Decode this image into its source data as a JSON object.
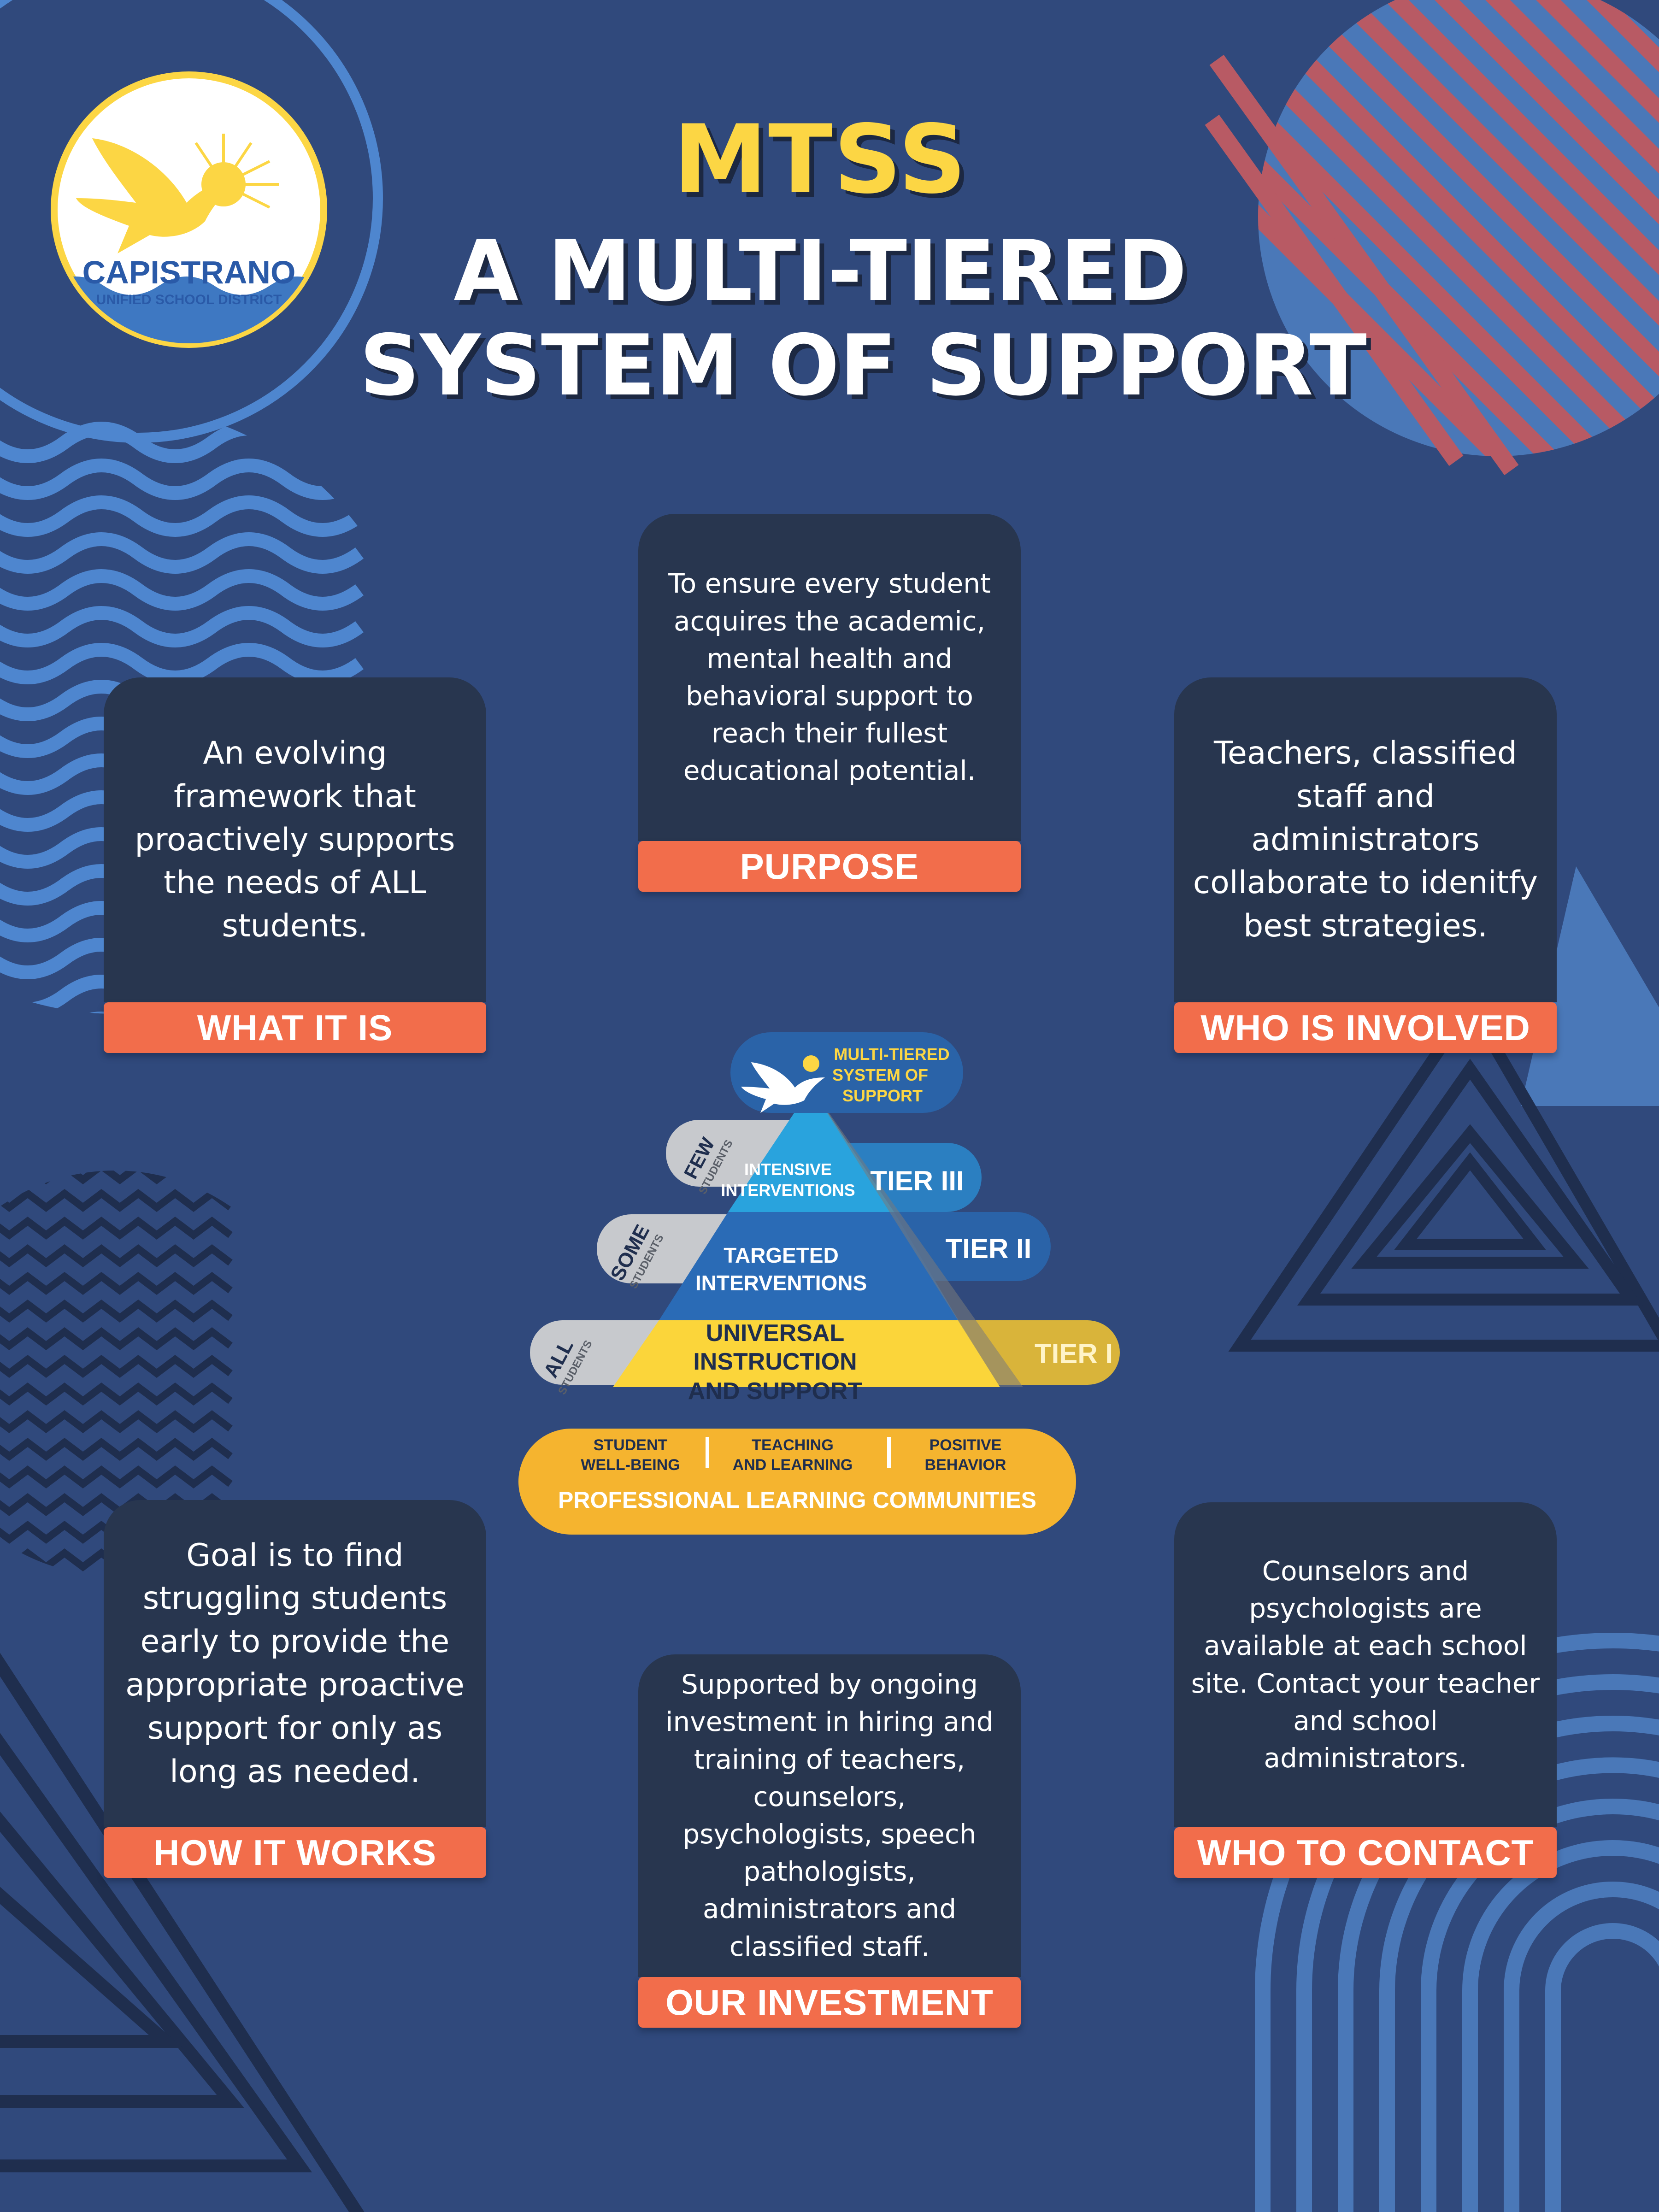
{
  "logo": {
    "name": "CAPISTRANO",
    "subtitle": "UNIFIED SCHOOL DISTRICT"
  },
  "title": {
    "acronym": "MTSS",
    "line1": "A MULTI-TIERED",
    "line2": "SYSTEM OF SUPPORT"
  },
  "cards": {
    "purpose": {
      "text": "To ensure every student acquires the academic, mental health and behavioral support to reach their fullest educational potential.",
      "label": "PURPOSE"
    },
    "what_it_is": {
      "text": "An evolving framework that proactively supports the needs of ALL students.",
      "label": "WHAT IT IS"
    },
    "who_is_involved": {
      "text": "Teachers, classified staff and administrators collaborate to idenitfy best strategies.",
      "label": "WHO IS INVOLVED"
    },
    "how_it_works": {
      "text": "Goal is to find struggling students early to provide the appropriate proactive support for only as long as needed.",
      "label": "HOW IT WORKS"
    },
    "who_to_contact": {
      "text": "Counselors and psychologists are available at each school site. Contact your teacher and school administrators.",
      "label": "WHO TO CONTACT"
    },
    "our_investment": {
      "text": "Supported by ongoing investment in hiring and training of teachers, counselors, psychologists, speech pathologists, administrators and classified staff.",
      "label": "OUR INVESTMENT"
    }
  },
  "pyramid": {
    "top": [
      "MULTI-TIERED",
      "SYSTEM OF",
      "SUPPORT"
    ],
    "tier3": {
      "label": "TIER III",
      "body": [
        "INTENSIVE",
        "INTERVENTIONS"
      ],
      "side_main": "FEW",
      "side_sub": "STUDENTS"
    },
    "tier2": {
      "label": "TIER II",
      "body": [
        "TARGETED",
        "INTERVENTIONS"
      ],
      "side_main": "SOME",
      "side_sub": "STUDENTS"
    },
    "tier1": {
      "label": "TIER I",
      "body": [
        "UNIVERSAL",
        "INSTRUCTION",
        "AND SUPPORT"
      ],
      "side_main": "ALL",
      "side_sub": "STUDENTS"
    },
    "foundation": {
      "pillars": [
        [
          "STUDENT",
          "WELL-BEING"
        ],
        [
          "TEACHING",
          "AND LEARNING"
        ],
        [
          "POSITIVE",
          "BEHAVIOR"
        ]
      ],
      "label": "PROFESSIONAL LEARNING COMMUNITIES"
    }
  },
  "colors": {
    "background": "#30497c",
    "card": "#28364f",
    "label": "#f26d4b",
    "title_yellow": "#fcd644",
    "accent_red": "#b85a64",
    "accent_blue": "#4a78b8"
  }
}
